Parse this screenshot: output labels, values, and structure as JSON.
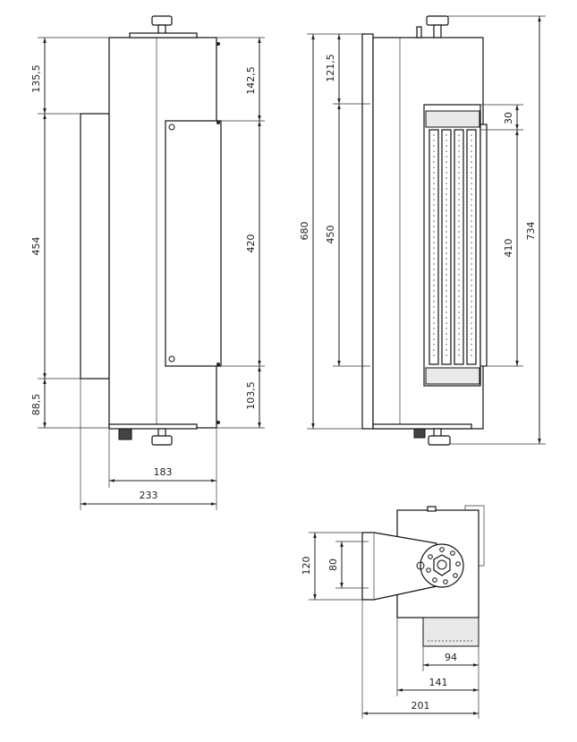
{
  "side_view": {
    "dims": {
      "top_offset": "135,5",
      "front_height": "454",
      "bottom_offset": "88,5",
      "panel_top": "142,5",
      "panel_height": "420",
      "panel_bottom": "103,5",
      "body_width": "183",
      "total_width": "233"
    }
  },
  "front_view": {
    "dims": {
      "overall_height": "680",
      "top_offset": "121,5",
      "louver_height": "450",
      "grille_top": "30",
      "grille_height": "410",
      "total_height": "734"
    }
  },
  "bracket_view": {
    "dims": {
      "bracket_height": "120",
      "bolt_spacing": "80",
      "box_depth": "94",
      "body_depth": "141",
      "overall_depth": "201"
    }
  }
}
